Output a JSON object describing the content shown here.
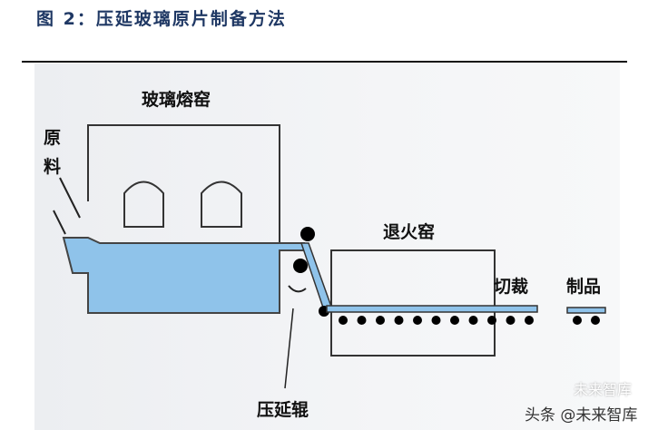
{
  "figure": {
    "title": "图 2：压延玻璃原片制备方法"
  },
  "diagram": {
    "labels": {
      "melting_furnace": "玻璃熔窑",
      "raw_material_1": "原",
      "raw_material_2": "料",
      "annealing_kiln": "退火窑",
      "cutting": "切裁",
      "product": "制品",
      "calender_roller": "压延辊"
    },
    "colors": {
      "glass": "#8fc3ea",
      "outline": "#333333",
      "roller": "#000000"
    }
  },
  "watermark": {
    "text": "头条 @未来智库",
    "faded_text": "未来智库"
  }
}
